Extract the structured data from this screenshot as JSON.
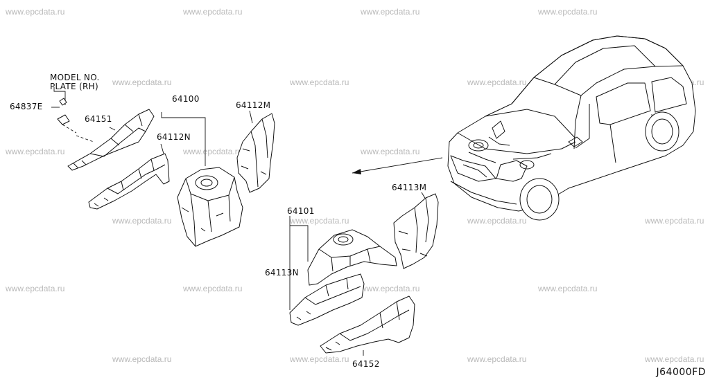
{
  "watermark": "www.epcdata.ru",
  "diagram_code": "J64000FD",
  "labels": {
    "model_plate_line1": "MODEL NO.",
    "model_plate_line2": "PLATE (RH)",
    "p64837e": "64837E",
    "p64151": "64151",
    "p64100": "64100",
    "p64112n": "64112N",
    "p64112m": "64112M",
    "p64113m": "64113M",
    "p64101": "64101",
    "p64113n": "64113N",
    "p64152": "64152"
  }
}
